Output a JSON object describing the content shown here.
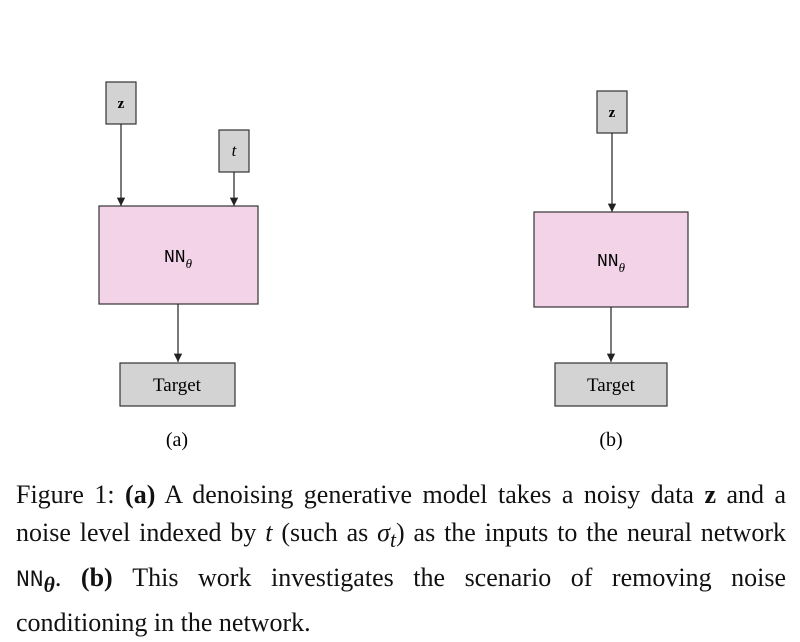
{
  "diagram_a": {
    "input_z": "z",
    "input_t": "t",
    "network_base": "NN",
    "network_sub": "θ",
    "output": "Target",
    "panel_label": "(a)"
  },
  "diagram_b": {
    "input_z": "z",
    "network_base": "NN",
    "network_sub": "θ",
    "output": "Target",
    "panel_label": "(b)"
  },
  "caption": {
    "prefix": "Figure 1: ",
    "tag_a": "(a)",
    "text_1": " A denoising generative model takes a noisy data ",
    "z": "z",
    "text_2": " and a noise level indexed by ",
    "t": "t",
    "text_3": " (such as ",
    "sigma": "σ",
    "sigma_sub": "t",
    "text_4": ") as the inputs to the neural network ",
    "nn": "NN",
    "nn_sub": "θ",
    "text_5": ". ",
    "tag_b": "(b)",
    "text_6": " This work investigates the scenario of removing noise conditioning in the network."
  },
  "colors": {
    "network_fill": "#f3d3e8",
    "input_fill": "#d3d3d3",
    "stroke": "#333333"
  }
}
